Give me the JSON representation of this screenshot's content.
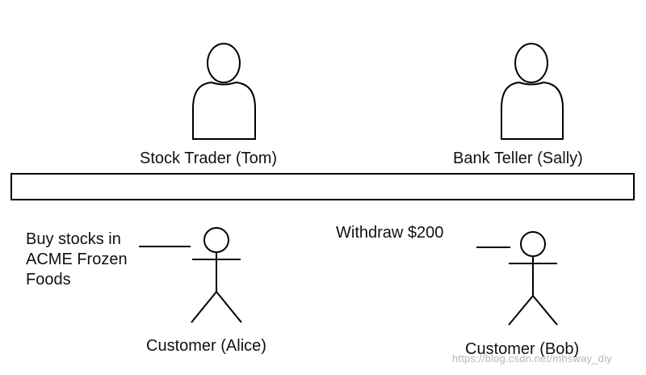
{
  "labels": {
    "stock_trader": "Stock Trader (Tom)",
    "bank_teller": "Bank Teller (Sally)",
    "customer_alice": "Customer (Alice)",
    "customer_bob": "Customer (Bob)",
    "alice_request": "Buy stocks in\nACME Frozen\nFoods",
    "bob_request": "Withdraw $200"
  },
  "watermark": "https://blog.csdn.net/mhsway_diy",
  "colors": {
    "stroke": "#000000",
    "text": "#111111",
    "background": "#ffffff",
    "watermark": "#b8b8b8"
  }
}
